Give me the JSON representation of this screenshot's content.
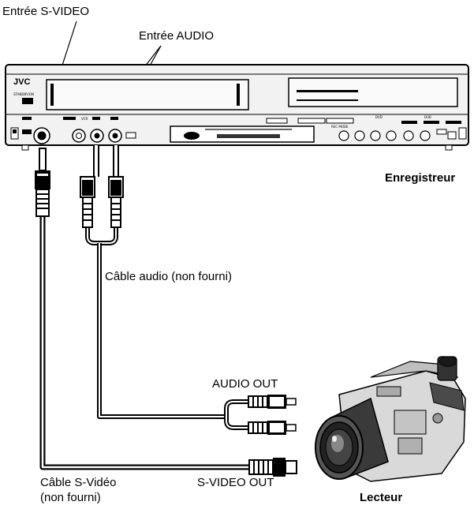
{
  "labels": {
    "svideo_in": "Entrée S-VIDEO",
    "audio_in": "Entrée AUDIO",
    "recorder": "Enregistreur",
    "audio_cable": "Câble audio (non fourni)",
    "audio_out": "AUDIO OUT",
    "svideo_cable_line1": "Câble S-Vidéo",
    "svideo_cable_line2": "(non fourni)",
    "svideo_out": "S-VIDEO OUT",
    "player": "Lecteur"
  },
  "recorder_panel": {
    "brand": "JVC",
    "power": "STANDBY/ON",
    "mode_label": "VCR",
    "dvd_label": "DVD",
    "dub_label": "DUB",
    "rec_mode_label": "REC MODE"
  }
}
